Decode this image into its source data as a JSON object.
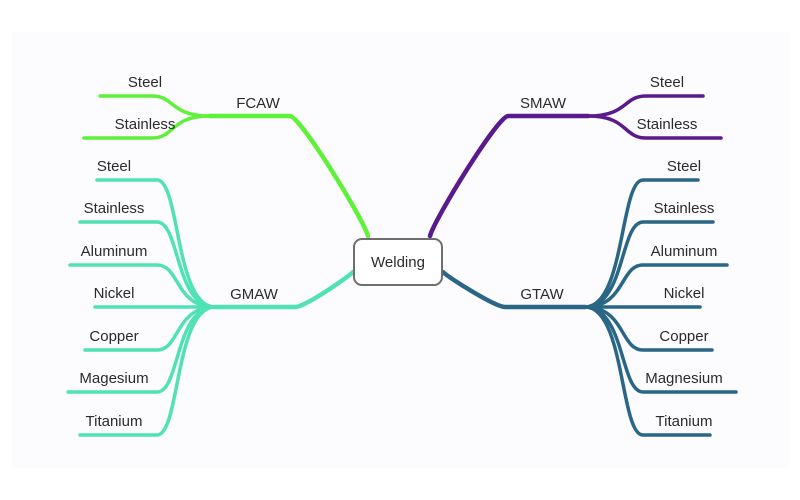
{
  "center": {
    "label": "Welding"
  },
  "branches": [
    {
      "id": "fcaw",
      "label": "FCAW",
      "color": "#5ff03a",
      "items": [
        "Steel",
        "Stainless"
      ]
    },
    {
      "id": "smaw",
      "label": "SMAW",
      "color": "#5a1a8c",
      "items": [
        "Steel",
        "Stainless"
      ]
    },
    {
      "id": "gmaw",
      "label": "GMAW",
      "color": "#4fe2b4",
      "items": [
        "Steel",
        "Stainless",
        "Aluminum",
        "Nickel",
        "Copper",
        "Magesium",
        "Titanium"
      ]
    },
    {
      "id": "gtaw",
      "label": "GTAW",
      "color": "#2a6686",
      "items": [
        "Steel",
        "Stainless",
        "Aluminum",
        "Nickel",
        "Copper",
        "Magnesium",
        "Titanium"
      ]
    }
  ]
}
